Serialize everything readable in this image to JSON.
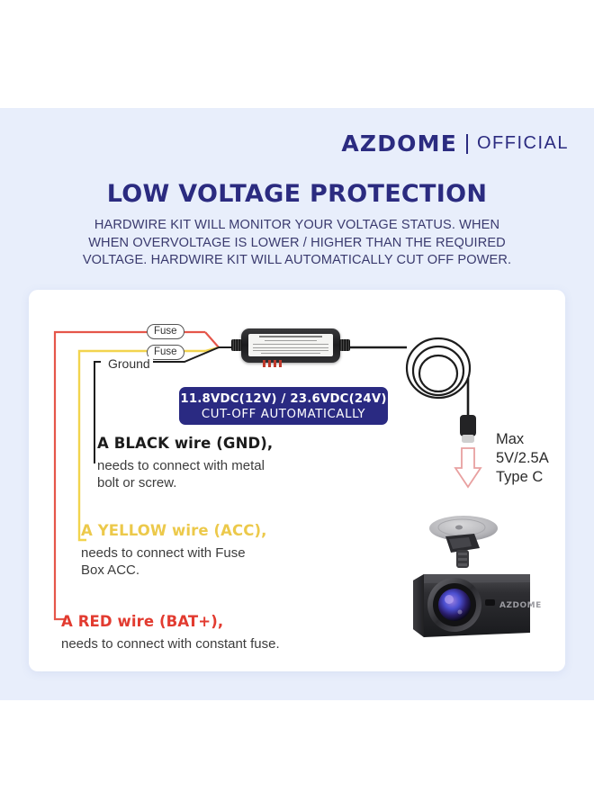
{
  "brand": {
    "logo_text": "AZDOME",
    "divider": "|",
    "official_text": "OFFICIAL",
    "logo_color": "#2b2b80"
  },
  "headline": {
    "title": "LOW VOLTAGE PROTECTION",
    "title_color": "#2b2b80"
  },
  "description": {
    "line1": "HARDWIRE KIT WILL MONITOR YOUR VOLTAGE STATUS. WHEN",
    "line2": "WHEN OVERVOLTAGE IS LOWER / HIGHER THAN THE REQUIRED",
    "line3": "VOLTAGE. HARDWIRE KIT WILL AUTOMATICALLY CUT OFF POWER."
  },
  "diagram": {
    "fuse_label_1": "Fuse",
    "fuse_label_2": "Fuse",
    "ground_label": "Ground",
    "wire_colors": {
      "red": "#e5564a",
      "yellow": "#f2d44e",
      "black": "#1d1d1d"
    }
  },
  "voltage_badge": {
    "line1": "11.8VDC(12V) / 23.6VDC(24V)",
    "line2": "CUT-OFF AUTOMATICALLY",
    "background_color": "#2a2a82",
    "text_color": "#ffffff"
  },
  "wires": [
    {
      "id": "black",
      "title": "A BLACK wire (GND),",
      "desc_line1": "needs to connect with metal",
      "desc_line2": "bolt or screw.",
      "color": "#1c1c1c"
    },
    {
      "id": "yellow",
      "title": "A YELLOW wire (ACC),",
      "desc_line1": "needs to connect with Fuse",
      "desc_line2": "Box ACC.",
      "color": "#ecc94b"
    },
    {
      "id": "red",
      "title": "A RED wire (BAT+),",
      "desc_line1": "needs to connect with constant fuse.",
      "desc_line2": "",
      "color": "#e23b30"
    }
  ],
  "usb_port": {
    "line1": "Max",
    "line2": "5V/2.5A",
    "line3": "Type C",
    "arrow_color": "#e8a0a0"
  },
  "dashcam": {
    "brand_mark": "AZDOME"
  }
}
